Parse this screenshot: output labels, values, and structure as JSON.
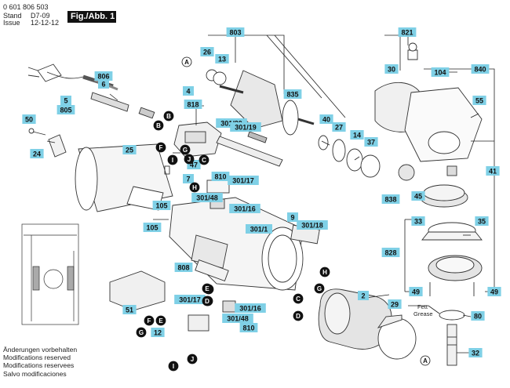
{
  "header": {
    "doc_number": "0 601 806 503",
    "stand_label": "Stand",
    "stand_value": "D7-09",
    "issue_label": "Issue",
    "issue_value": "12-12-12",
    "figure_label": "Fig./Abb. 1"
  },
  "footer": {
    "lines": [
      "Änderungen vorbehalten",
      "Modifications reserved",
      "Modifications reservees",
      "Salvo modificaciones"
    ]
  },
  "grease_label": {
    "line1": "Fett",
    "line2": "Grease"
  },
  "part_numbers": [
    "803",
    "821",
    "26",
    "13",
    "806",
    "6",
    "5",
    "805",
    "835",
    "30",
    "840",
    "104",
    "4",
    "818",
    "55",
    "50",
    "301/20",
    "301/19",
    "40",
    "27",
    "14",
    "37",
    "25",
    "24",
    "47",
    "7",
    "810",
    "301/17",
    "301/48",
    "301/16",
    "41",
    "105",
    "838",
    "45",
    "9",
    "301/1",
    "301/18",
    "33",
    "35",
    "828",
    "49",
    "808",
    "51",
    "2",
    "29",
    "12",
    "80",
    "32"
  ],
  "letter_markers": [
    "A",
    "B",
    "C",
    "D",
    "E",
    "F",
    "G",
    "H",
    "I",
    "J"
  ],
  "colors": {
    "label_fill": "#7fd0e6",
    "marker_fill": "#111111",
    "line": "#222222"
  }
}
